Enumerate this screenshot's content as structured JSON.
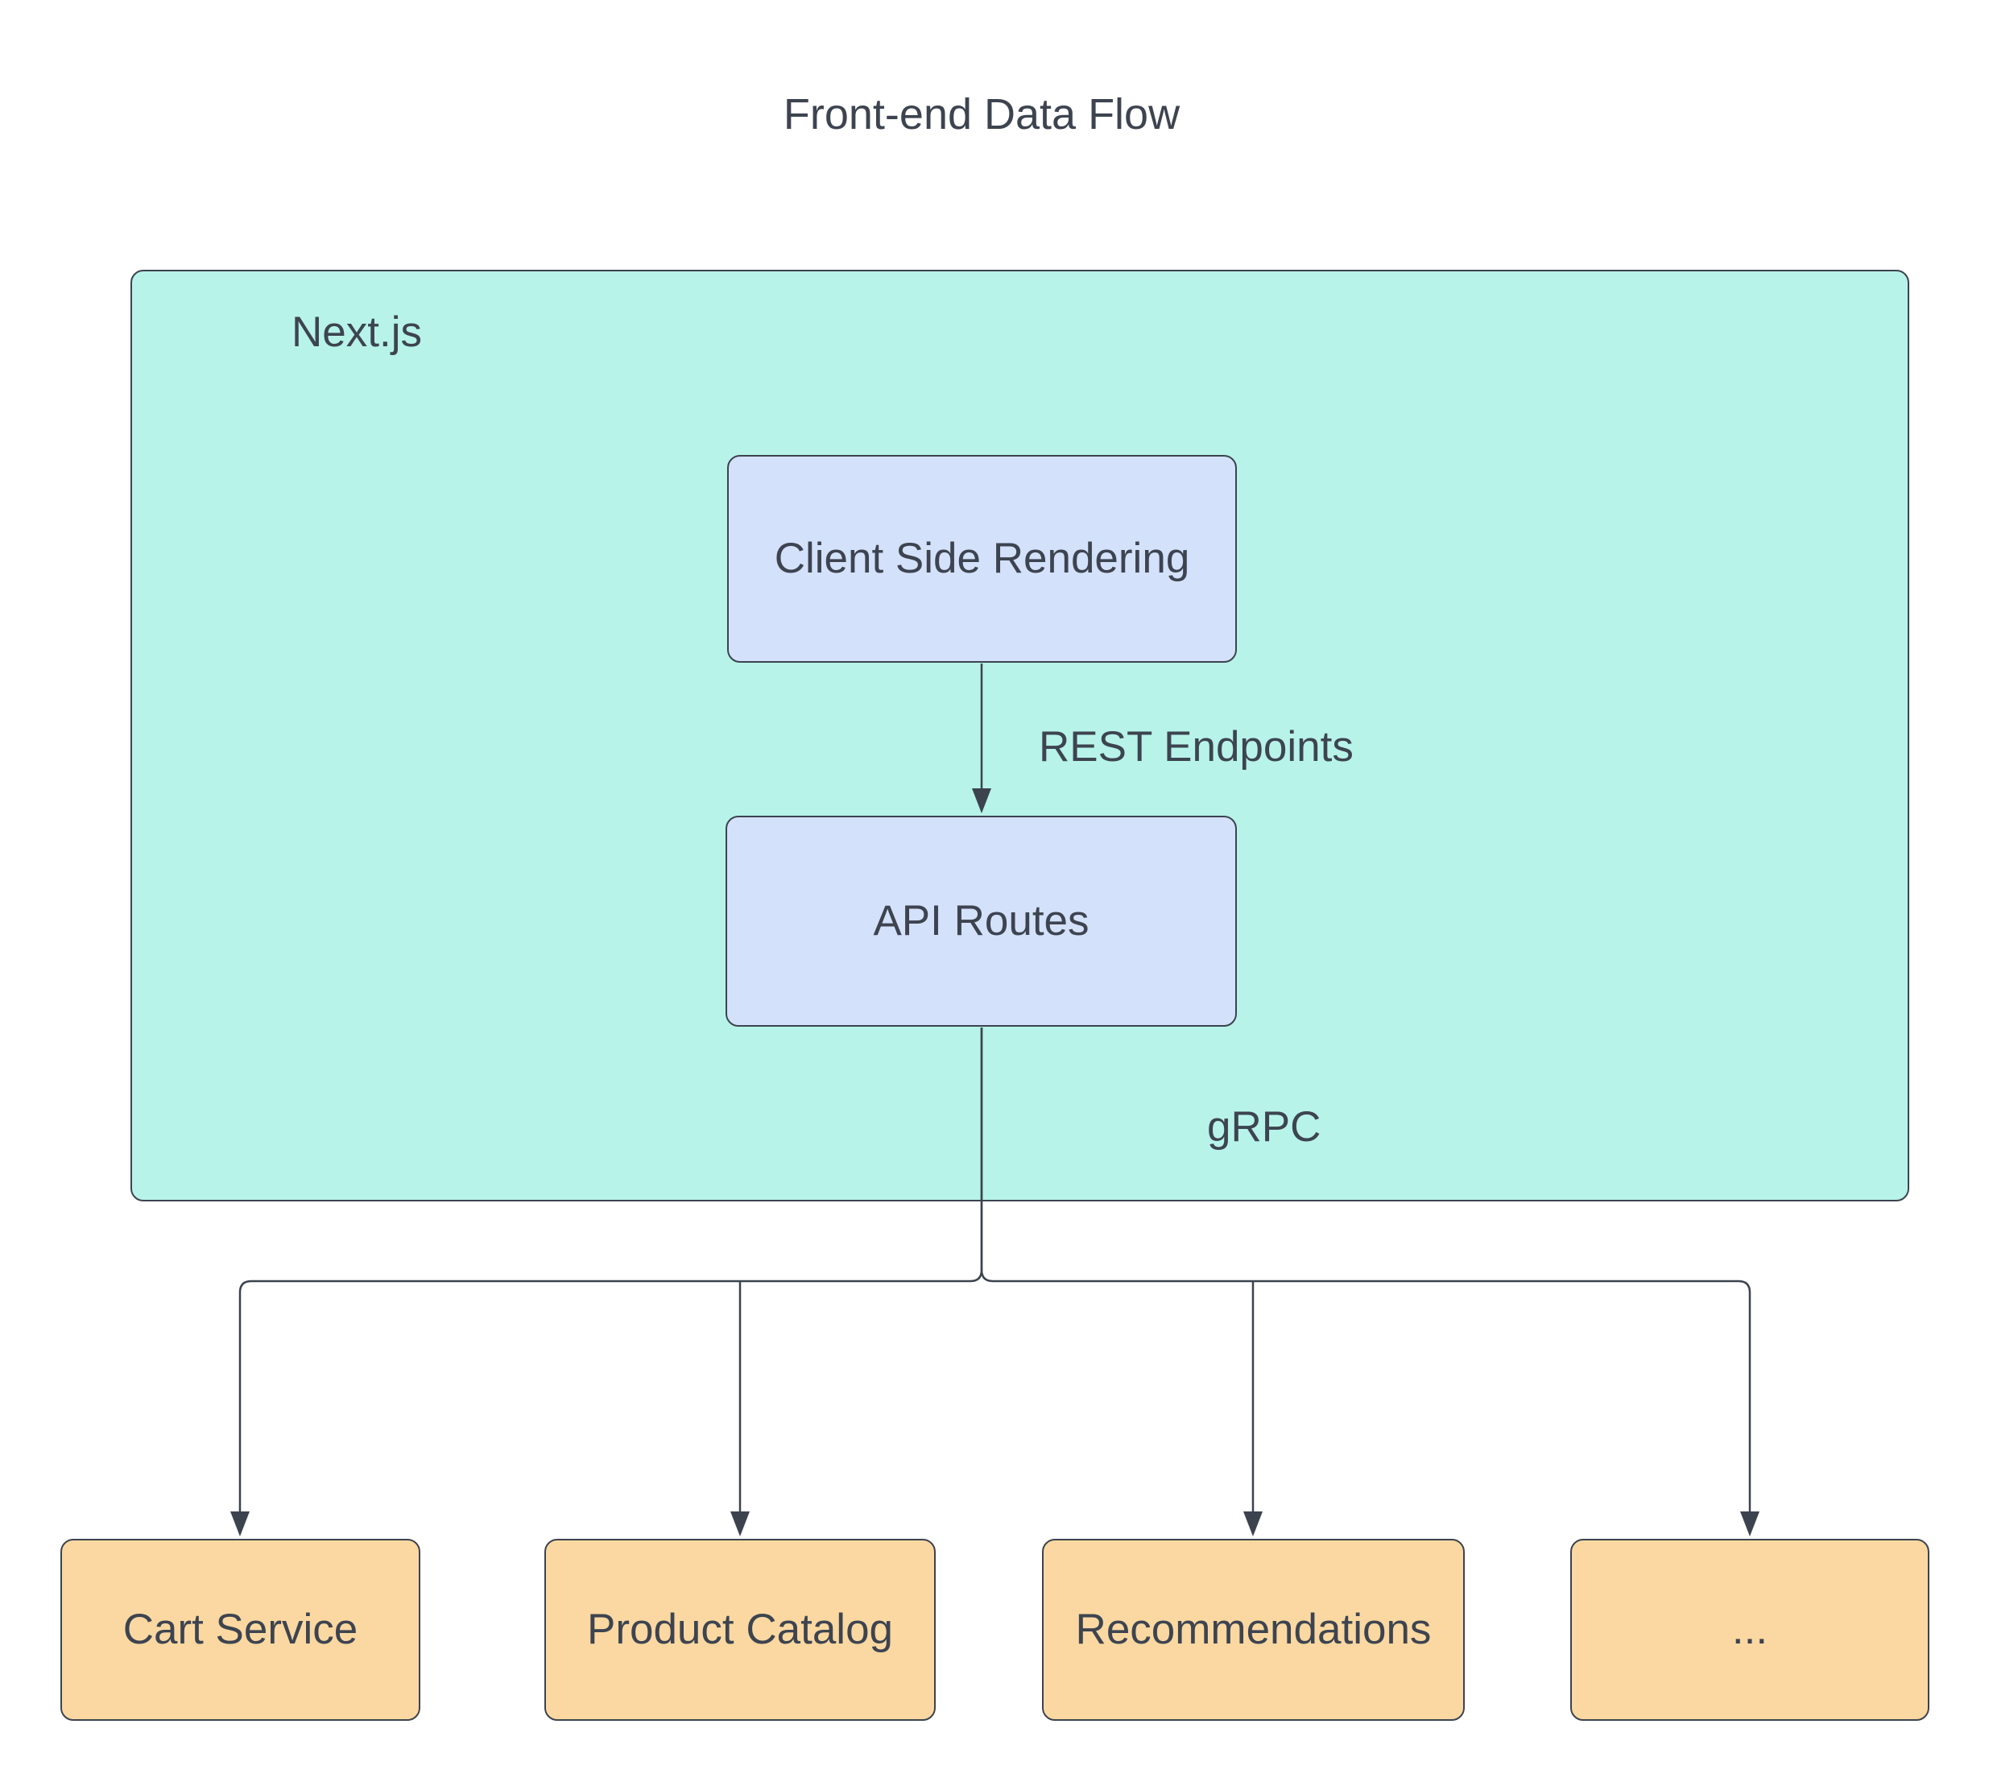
{
  "diagram": {
    "title": "Front-end Data Flow",
    "container": {
      "label": "Next.js"
    },
    "nodes": {
      "csr": {
        "label": "Client Side Rendering"
      },
      "api": {
        "label": "API Routes"
      }
    },
    "edges": {
      "rest": {
        "label": "REST Endpoints"
      },
      "grpc": {
        "label": "gRPC"
      }
    },
    "services": [
      {
        "label": "Cart Service"
      },
      {
        "label": "Product Catalog"
      },
      {
        "label": "Recommendations"
      },
      {
        "label": "..."
      }
    ],
    "colors": {
      "container_fill": "#b7f3e9",
      "frontend_node_fill": "#d4e1fb",
      "service_node_fill": "#fbd8a1",
      "stroke": "#3c434f",
      "text": "#3d4450",
      "background": "#ffffff"
    }
  }
}
